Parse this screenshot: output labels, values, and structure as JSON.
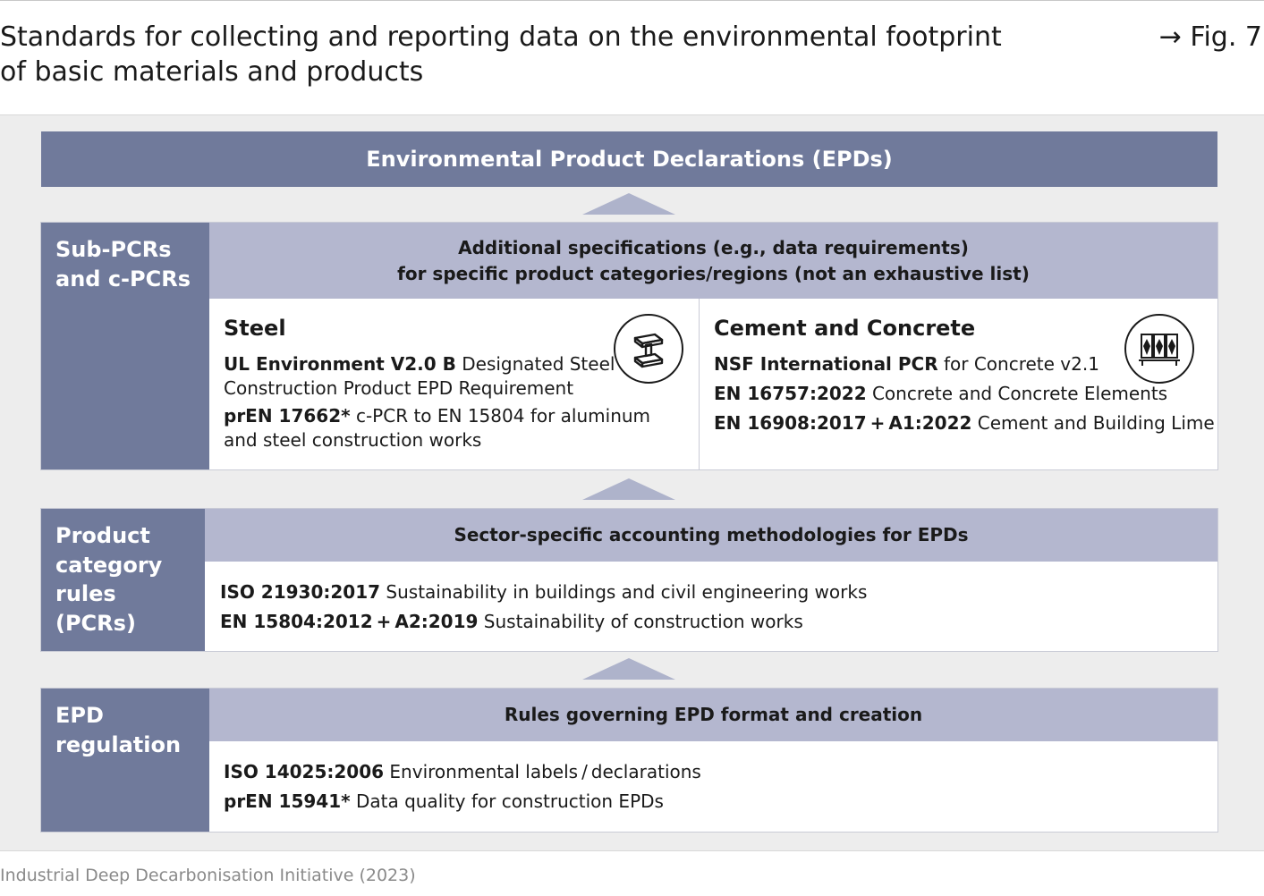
{
  "header": {
    "title_line1": "Standards for collecting and reporting data on the environmental footprint",
    "title_line2": "of basic materials and products",
    "fig_ref": "→ Fig. 7"
  },
  "top_box": {
    "label": "Environmental Product Declarations (EPDs)"
  },
  "sub_pcrs": {
    "side_line1": "Sub-PCRs",
    "side_line2": "and c-PCRs",
    "header_line1": "Additional specifications (e.g., data requirements)",
    "header_line2": "for specific product categories/regions (not an exhaustive list)",
    "steel": {
      "title": "Steel",
      "icon": "steel-beam-icon",
      "item1_bold": "UL Environment V2.0 B",
      "item1_rest_a": " Designated Steel",
      "item1_rest_b": "Construction Product EPD Requirement",
      "item2_bold": "prEN 17662*",
      "item2_rest_a": " c-PCR to EN 15804 for aluminum",
      "item2_rest_b": "and steel construction works"
    },
    "cement": {
      "title": "Cement and Concrete",
      "icon": "cement-silo-icon",
      "item1_bold": "NSF International PCR",
      "item1_rest": " for Concrete v2.1",
      "item2_bold": "EN 16757:2022",
      "item2_rest": " Concrete and Concrete Elements",
      "item3_bold": "EN 16908:2017 + A1:2022",
      "item3_rest": " Cement and Building Lime"
    }
  },
  "pcrs": {
    "side_line1": "Product",
    "side_line2": "category",
    "side_line3": "rules",
    "side_line4": "(PCRs)",
    "header": "Sector-specific accounting methodologies for EPDs",
    "item1_bold": "ISO 21930:2017",
    "item1_rest": " Sustainability in buildings and civil engineering works",
    "item2_bold": "EN 15804:2012 + A2:2019",
    "item2_rest": " Sustainability of construction works"
  },
  "epd_regulation": {
    "side_line1": "EPD",
    "side_line2": "regulation",
    "header": "Rules governing EPD format and creation",
    "item1_bold": "ISO 14025:2006",
    "item1_rest": " Environmental labels / declarations",
    "item2_bold": "prEN 15941*",
    "item2_rest": " Data quality for construction EPDs"
  },
  "source": "Industrial Deep Decarbonisation Initiative (2023)",
  "colors": {
    "dark_bar": "#707a9b",
    "light_header": "#b4b7cf",
    "arrow": "#aeb3cb",
    "panel": "#ededed"
  }
}
